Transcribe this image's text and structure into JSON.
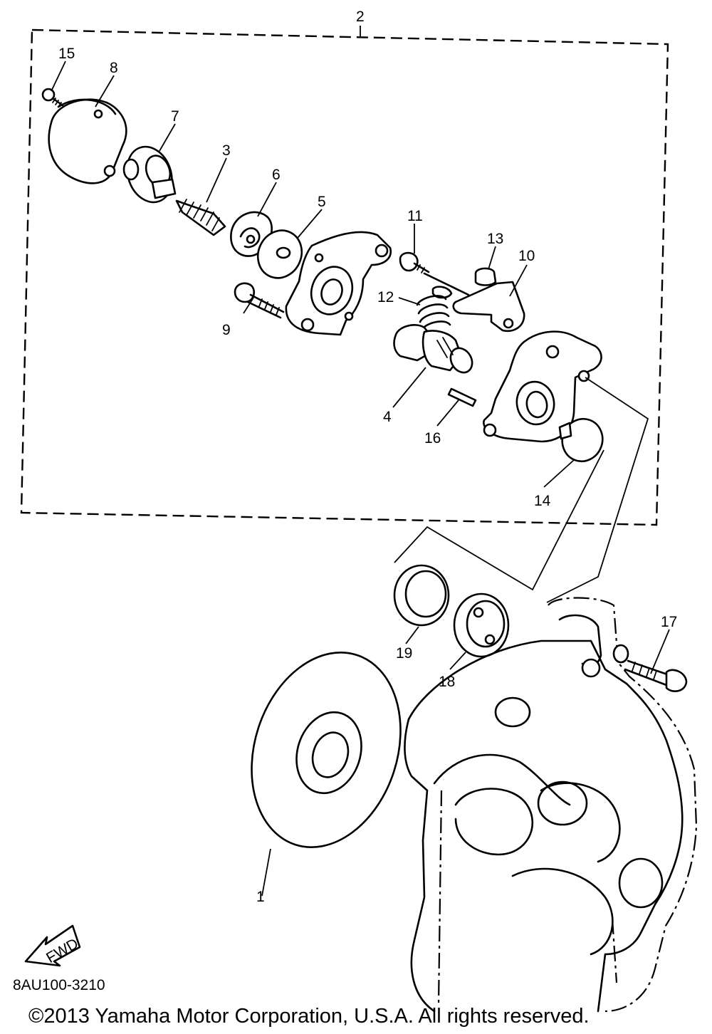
{
  "diagram": {
    "callouts": [
      "1",
      "2",
      "3",
      "4",
      "5",
      "6",
      "7",
      "8",
      "9",
      "10",
      "11",
      "12",
      "13",
      "14",
      "15",
      "16",
      "17",
      "18",
      "19"
    ],
    "fwd_label": "FWD",
    "drawing_code": "8AU100-3210",
    "copyright": "©2013 Yamaha Motor Corporation, U.S.A. All rights reserved."
  }
}
